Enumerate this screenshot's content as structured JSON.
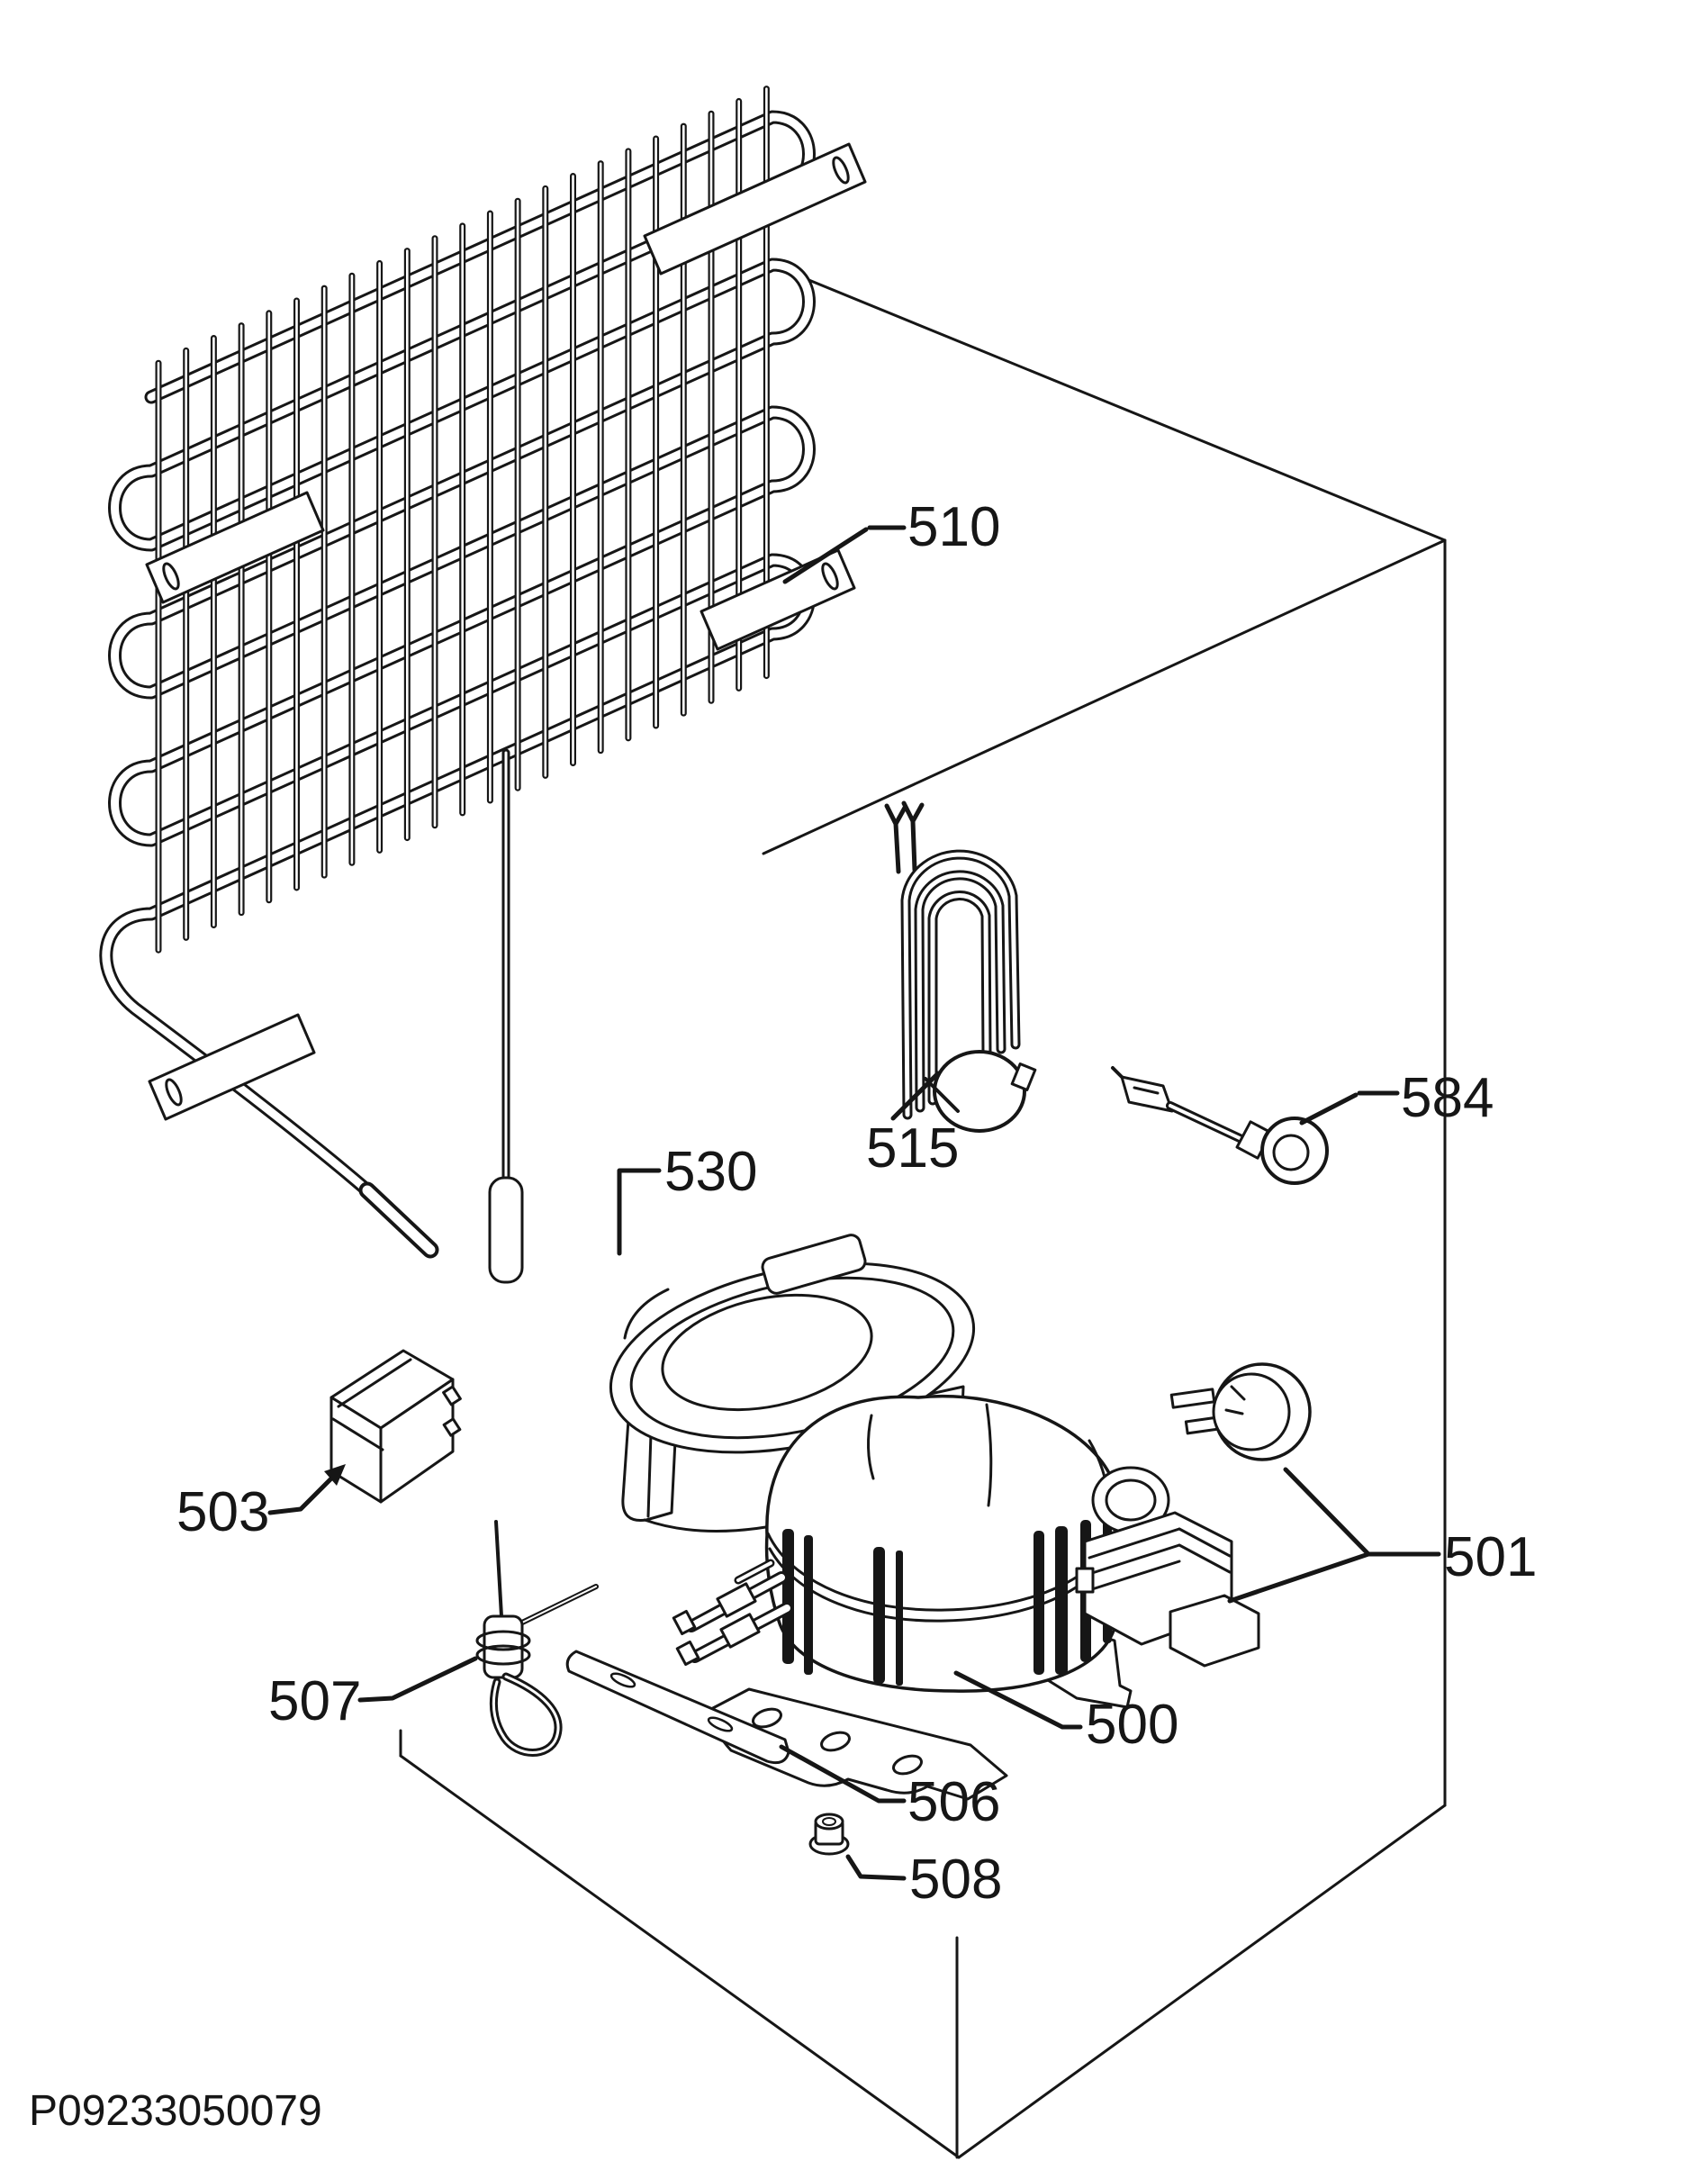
{
  "diagram": {
    "drawing_number": "P09233050079",
    "colors": {
      "background": "#ffffff",
      "line": "#161616"
    },
    "parts": [
      {
        "id": "510",
        "name": "condenser-grid"
      },
      {
        "id": "515",
        "name": "defrost-heater"
      },
      {
        "id": "584",
        "name": "thermo-fuse"
      },
      {
        "id": "530",
        "name": "fan-housing"
      },
      {
        "id": "503",
        "name": "start-device-box"
      },
      {
        "id": "507",
        "name": "temperature-probe"
      },
      {
        "id": "501",
        "name": "relay-and-capacitor"
      },
      {
        "id": "500",
        "name": "compressor"
      },
      {
        "id": "506",
        "name": "mounting-rail"
      },
      {
        "id": "508",
        "name": "nut"
      }
    ]
  }
}
